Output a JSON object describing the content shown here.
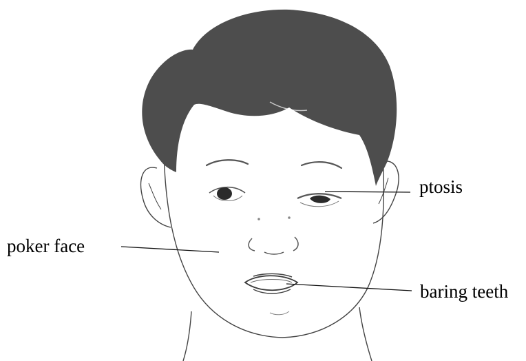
{
  "labels": {
    "ptosis": "ptosis",
    "poker_face": "poker face",
    "baring_teeth": "baring teeth"
  },
  "colors": {
    "hair": "#4d4d4d",
    "line": "#333333",
    "leader": "#111111",
    "background": "#ffffff"
  }
}
